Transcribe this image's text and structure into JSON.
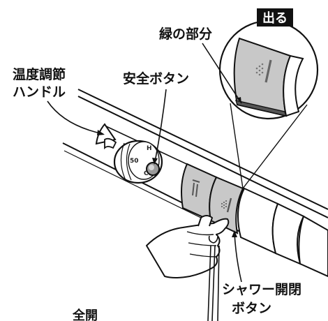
{
  "labels": {
    "temperature_handle_line1": "温度調節",
    "temperature_handle_line2": "ハンドル",
    "safety_button": "安全ボタン",
    "green_part": "緑の部分",
    "pops_out_badge": "出る",
    "shower_button_line1": "シャワー開閉",
    "shower_button_line2": "ボタン",
    "full_open": "全開"
  },
  "dial_marks": {
    "hot": "H",
    "cold": "C",
    "fifty": "50"
  },
  "colors": {
    "ink": "#111111",
    "panel_gray": "#c8c8c8",
    "panel_dark": "#9a9a9a",
    "badge_bg": "#111111"
  },
  "icons": {
    "shower_button_icon": "shower-icon",
    "tub_button_icon": "tub-spout-icon"
  }
}
